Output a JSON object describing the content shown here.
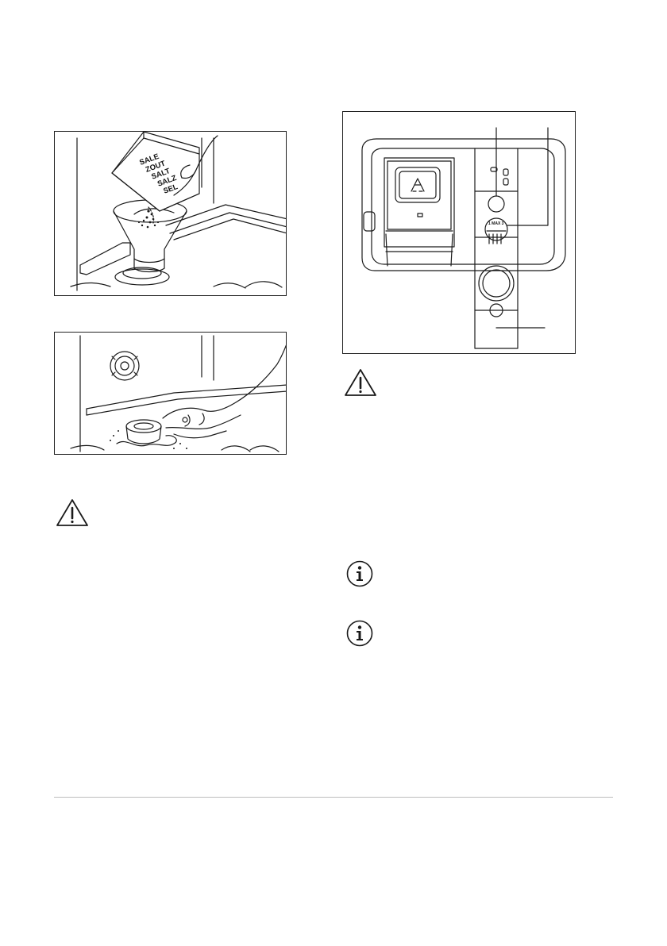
{
  "figures": {
    "salt_pour": {
      "package_labels": [
        "SALE",
        "ZOUT",
        "SALT",
        "SALZ",
        "SEL"
      ]
    },
    "dispenser": {
      "dial_text": "1 MAX 3"
    }
  },
  "icons": {
    "warning": "warning-triangle-icon",
    "info": "info-circle-icon"
  },
  "colors": {
    "stroke": "#1a1a1a",
    "divider": "#bdbdbd"
  }
}
